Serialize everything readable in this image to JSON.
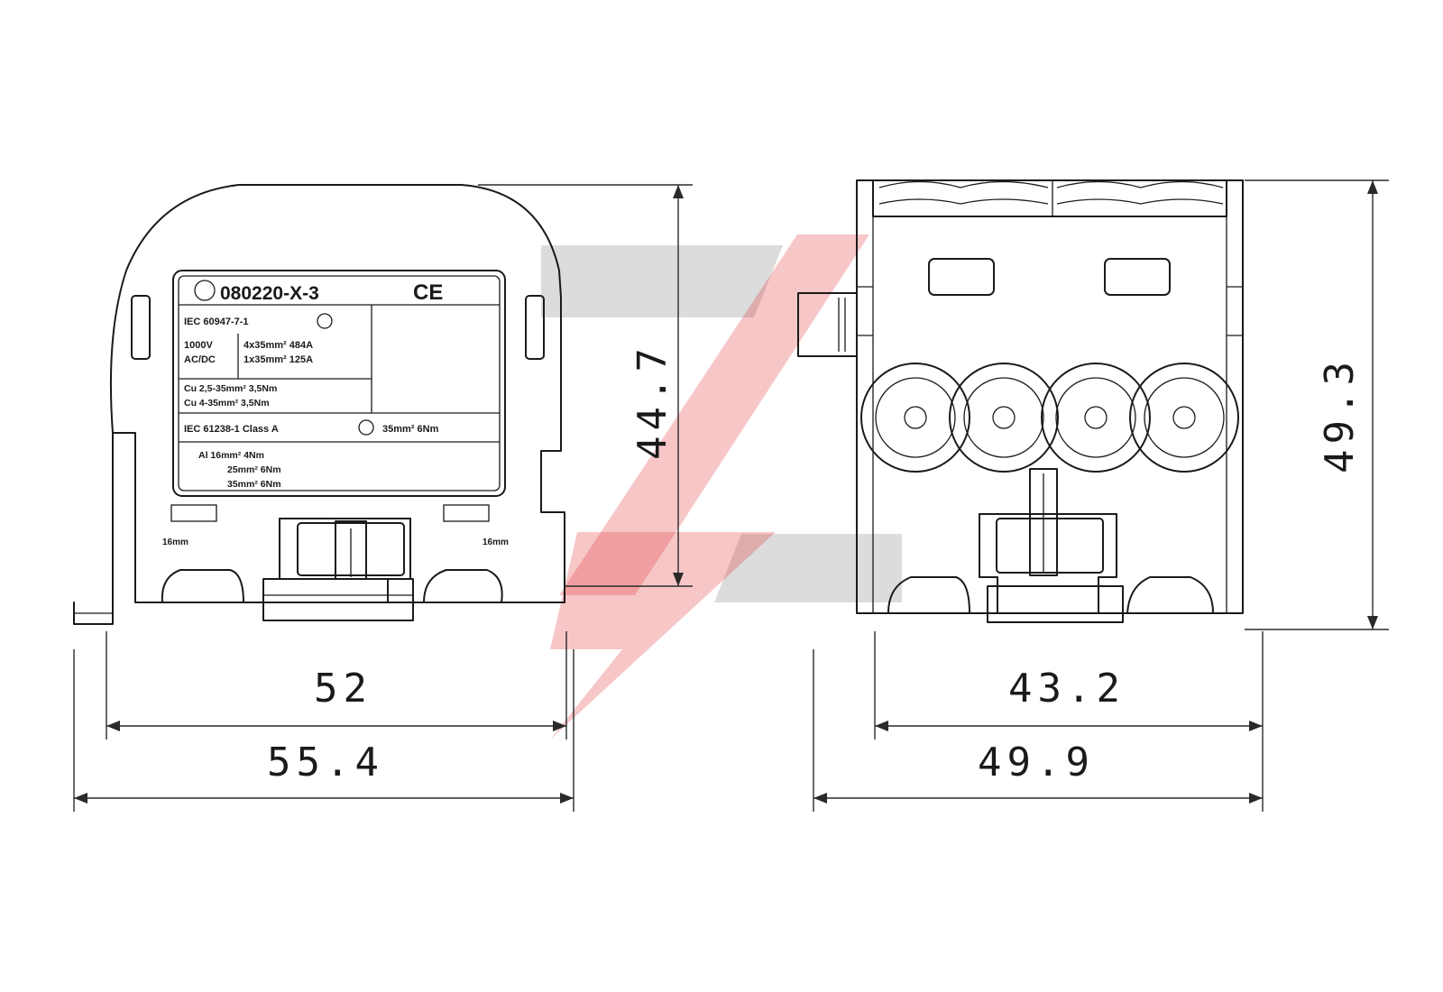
{
  "dimensions": {
    "front_width_inner": "52",
    "front_width_outer": "55.4",
    "front_height": "44.7",
    "side_width_inner": "43.2",
    "side_width_outer": "49.9",
    "side_height": "49.3"
  },
  "label": {
    "part_number": "080220-X-3",
    "ce_mark": "CE",
    "std_1": "IEC 60947-7-1",
    "voltage_line1": "1000V",
    "voltage_line2": "AC/DC",
    "rating_1": "4x35mm² 484A",
    "rating_2": "1x35mm² 125A",
    "cu_1": "Cu  2,5-35mm² 3,5Nm",
    "cu_2": "Cu  4-35mm² 3,5Nm",
    "std_2": "IEC 61238-1   Class A",
    "std_2_extra": "35mm²  6Nm",
    "al_1": "Al  16mm²  4Nm",
    "al_2": "25mm²  6Nm",
    "al_3": "35mm²  6Nm",
    "left_tag": "16mm",
    "right_tag": "16mm"
  },
  "colors": {
    "line": "#1a1a1a",
    "watermark_red": "#e4353b",
    "watermark_grey": "#9a9a9a"
  }
}
